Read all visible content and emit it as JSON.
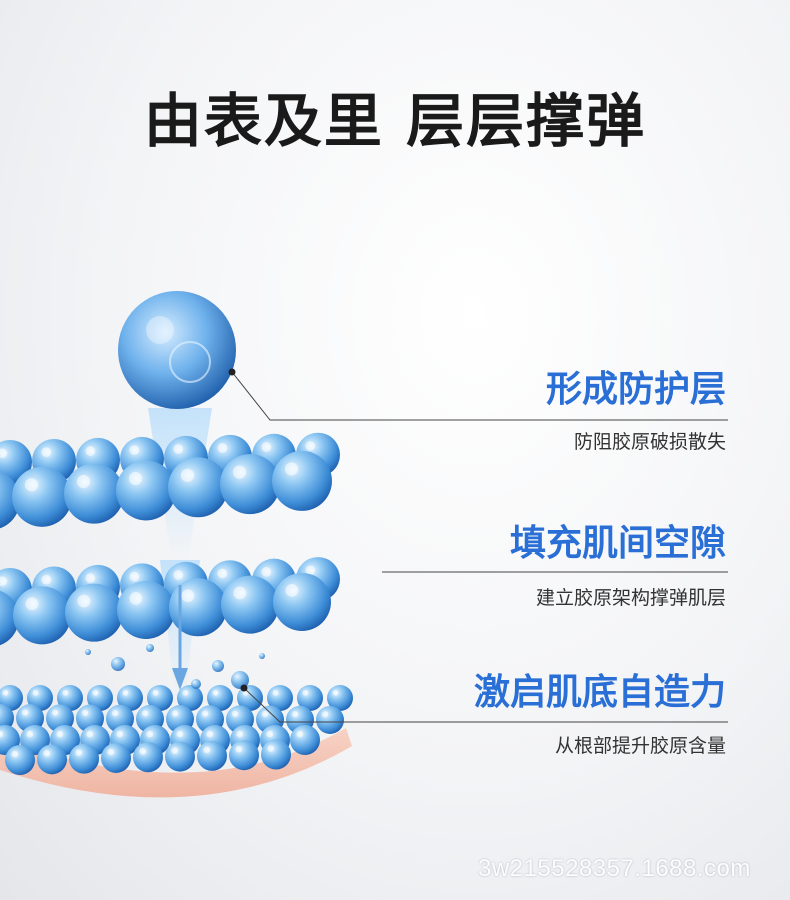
{
  "title": "由表及里 层层撑弹",
  "accent_color": "#2a6fd6",
  "skin_color": "#f3c2b2",
  "sphere_color": "#3f8ed8",
  "features": [
    {
      "heading": "形成防护层",
      "desc": "防阻胶原破损散失"
    },
    {
      "heading": "填充肌间空隙",
      "desc": "建立胶原架构撑弹肌层"
    },
    {
      "heading": "激启肌底自造力",
      "desc": "从根部提升胶原含量"
    }
  ],
  "watermark": "3w215528357.1688.com"
}
